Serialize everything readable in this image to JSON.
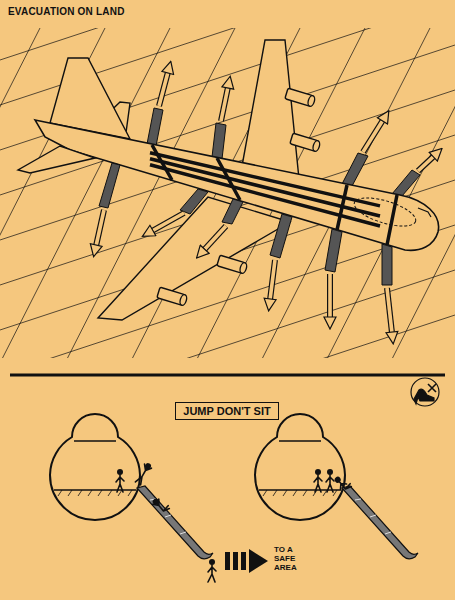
{
  "diagram": {
    "title": "EVACUATION ON LAND",
    "nodes": [
      {
        "text": [
          "JUMP DON'T SIT"
        ]
      }
    ],
    "labels": [
      "TO A SAFE AREA"
    ]
  }
}
